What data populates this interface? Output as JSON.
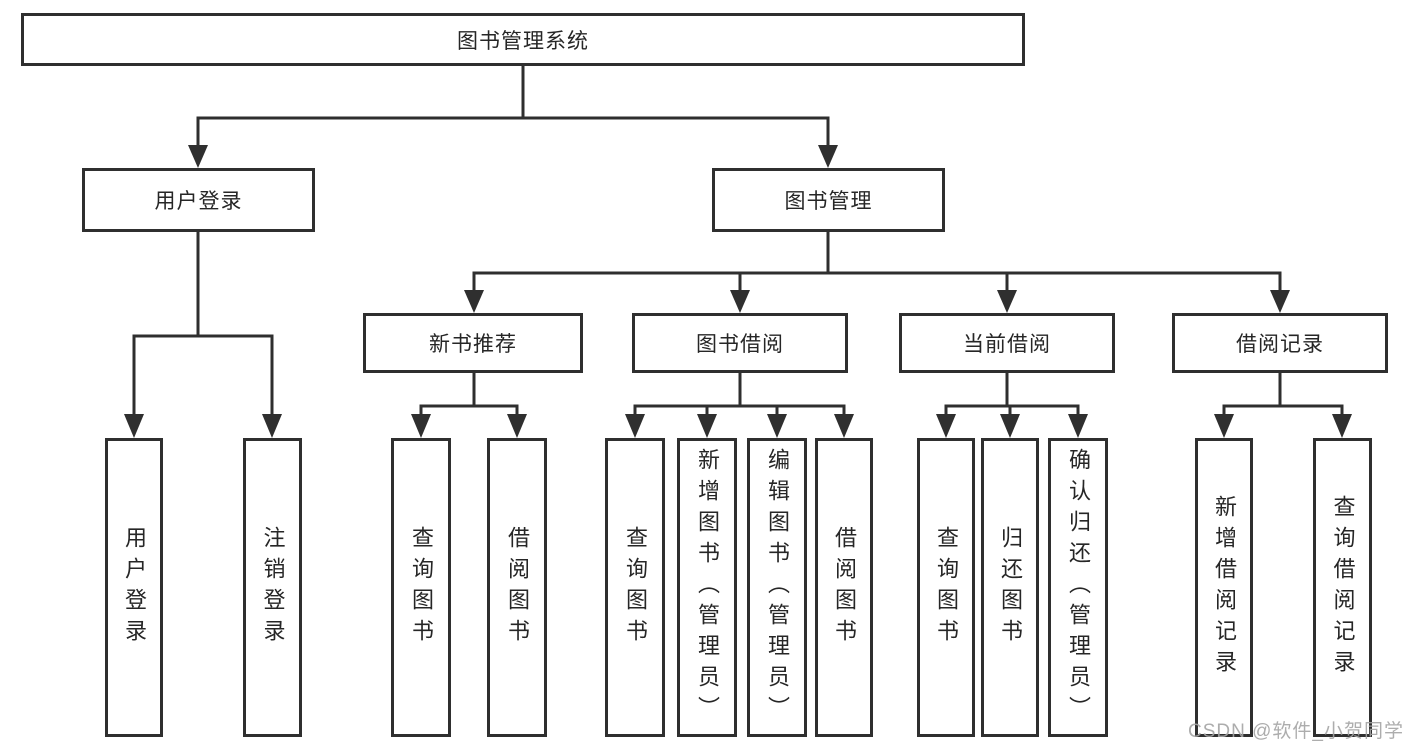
{
  "root": {
    "label": "图书管理系统"
  },
  "branches": [
    {
      "label": "用户登录",
      "children": [
        {
          "label": "用户登录"
        },
        {
          "label": "注销登录"
        }
      ]
    },
    {
      "label": "图书管理",
      "children": [
        {
          "label": "新书推荐",
          "children": [
            {
              "label": "查询图书"
            },
            {
              "label": "借阅图书"
            }
          ]
        },
        {
          "label": "图书借阅",
          "children": [
            {
              "label": "查询图书"
            },
            {
              "label": "新增图书（管理员）"
            },
            {
              "label": "编辑图书（管理员）"
            },
            {
              "label": "借阅图书"
            }
          ]
        },
        {
          "label": "当前借阅",
          "children": [
            {
              "label": "查询图书"
            },
            {
              "label": "归还图书"
            },
            {
              "label": "确认归还（管理员）"
            }
          ]
        },
        {
          "label": "借阅记录",
          "children": [
            {
              "label": "新增借阅记录"
            },
            {
              "label": "查询借阅记录"
            }
          ]
        }
      ]
    }
  ],
  "watermark": "CSDN @软件_小贺同学",
  "colors": {
    "line": "#2f2f2f",
    "box_fill": "#ffffff",
    "watermark": "#a4a4a4"
  }
}
